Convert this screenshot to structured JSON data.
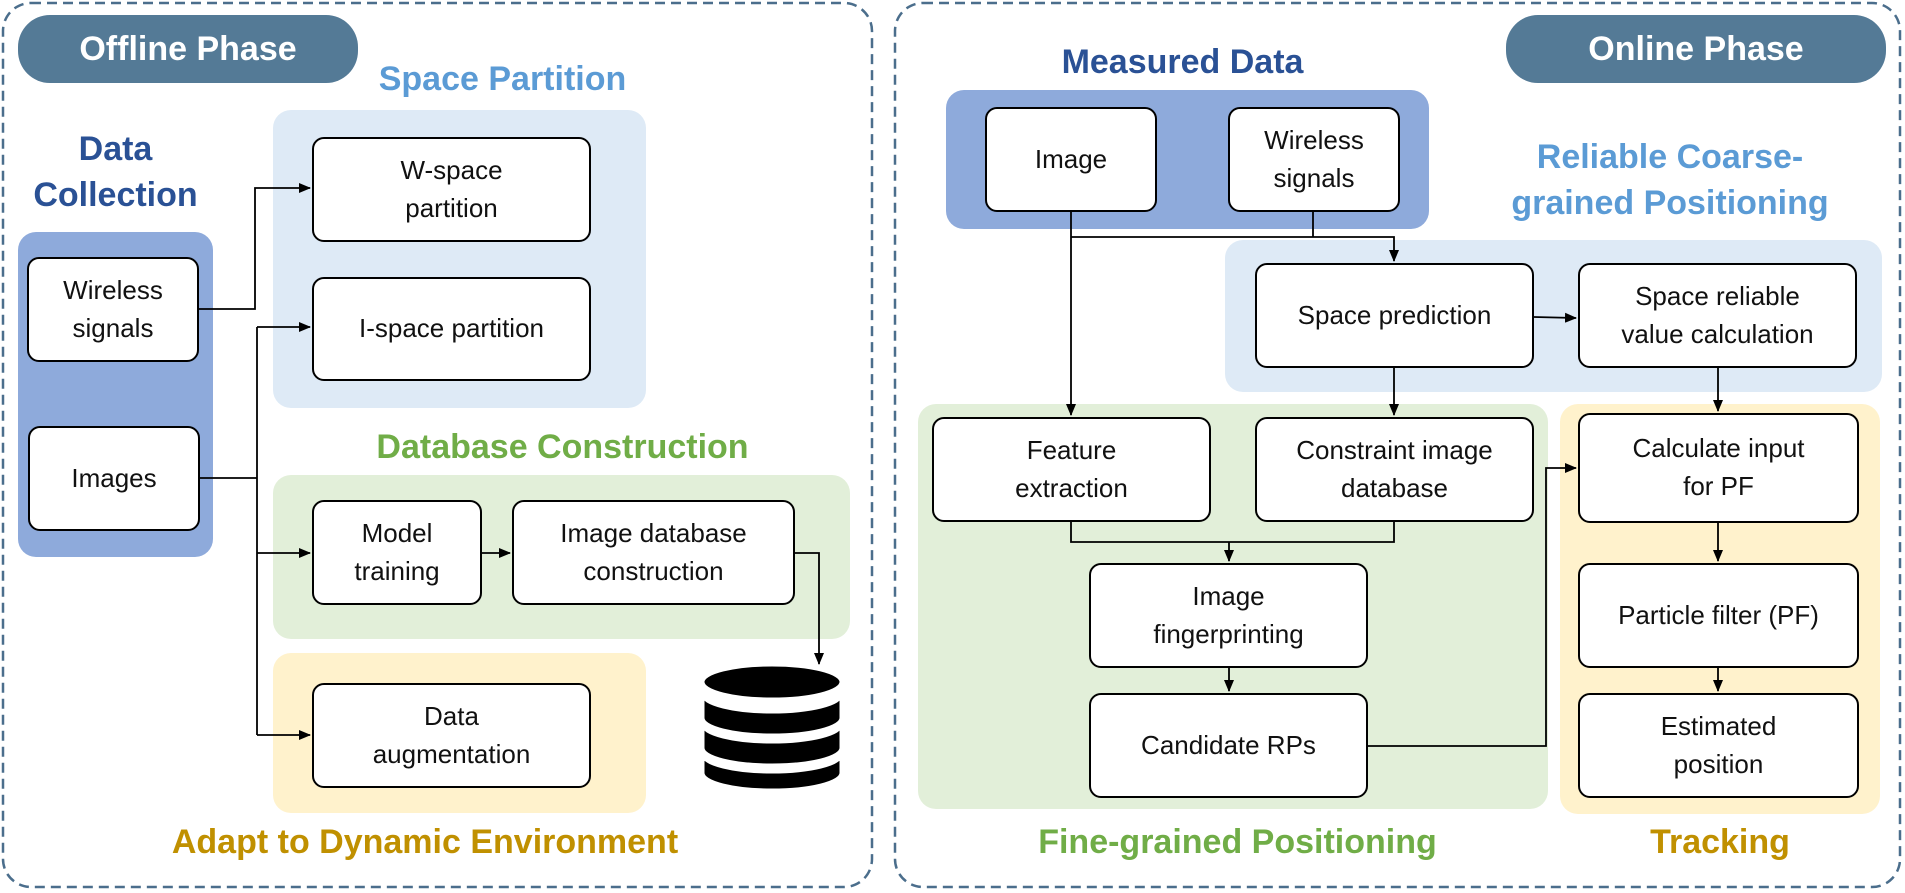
{
  "offline": {
    "phase": "Offline Phase",
    "data_collection": {
      "title": "Data\nCollection",
      "wireless": "Wireless\nsignals",
      "images": "Images"
    },
    "space_partition": {
      "title": "Space Partition",
      "w_space": "W-space\npartition",
      "i_space": "I-space partition"
    },
    "database_construction": {
      "title": "Database Construction",
      "model_training": "Model\ntraining",
      "image_db": "Image database\nconstruction"
    },
    "adapt": {
      "title": "Adapt to Dynamic Environment",
      "augmentation": "Data\naugmentation"
    }
  },
  "online": {
    "phase": "Online Phase",
    "measured": {
      "title": "Measured Data",
      "image": "Image",
      "wireless": "Wireless\nsignals"
    },
    "coarse": {
      "title": "Reliable Coarse-\ngrained Positioning",
      "space_prediction": "Space prediction",
      "reliable_value": "Space reliable\nvalue calculation"
    },
    "fine": {
      "title": "Fine-grained Positioning",
      "feature_extraction": "Feature\nextraction",
      "constraint_db": "Constraint image\ndatabase",
      "fingerprinting": "Image\nfingerprinting",
      "candidate_rps": "Candidate RPs"
    },
    "tracking": {
      "title": "Tracking",
      "calc_input": "Calculate input\nfor PF",
      "particle_filter": "Particle filter (PF)",
      "estimated": "Estimated\nposition"
    }
  },
  "colors": {
    "region_blue": "#8eaadb",
    "region_lightblue": "#deeaf6",
    "region_green": "#e2efd9",
    "region_gold": "#fff2cc",
    "pill": "#547a96",
    "title_blue": "#2a5195",
    "title_lightblue": "#5b9bd5",
    "title_green": "#70ad47",
    "title_gold": "#c09000"
  },
  "icons": {
    "database": "database-icon"
  }
}
